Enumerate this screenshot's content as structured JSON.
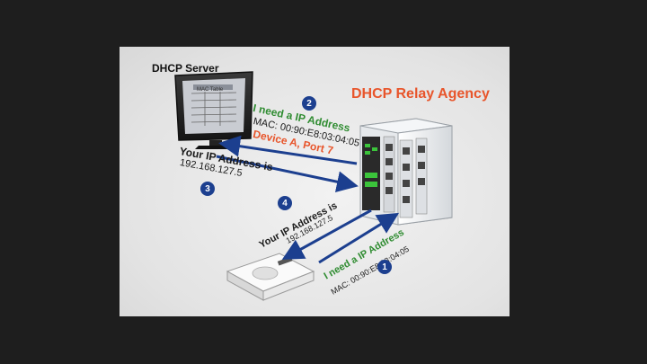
{
  "server_title": "DHCP Server",
  "mac_table_label": "MAC Table",
  "relay_title": "DHCP Relay Agency",
  "step2": {
    "badge": "2",
    "line1": "I need a IP Address",
    "line2": "MAC: 00:90:E8:03:04:05",
    "line3": "Device A, Port 7"
  },
  "step3": {
    "badge": "3",
    "line1": "Your IP Address is",
    "line2": "192.168.127.5"
  },
  "step4": {
    "badge": "4",
    "line1": "Your IP Address is",
    "line2": "192.168.127.5"
  },
  "step1": {
    "badge": "1",
    "line1": "I need a IP Address",
    "line2": "MAC: 00:90:E8:03:04:05"
  },
  "colors": {
    "arrow": "#1c3f8f",
    "badge": "#1c3f8f",
    "green_text": "#2f8c31",
    "orange_text": "#e8552b"
  }
}
